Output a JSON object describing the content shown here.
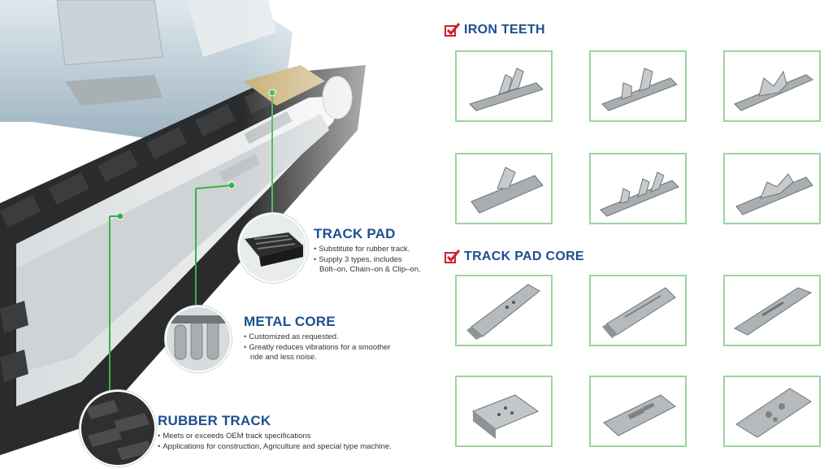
{
  "features": {
    "track_pad": {
      "title": "TRACK PAD",
      "bullets": [
        "Substitute for rubber track.",
        "Supply 3 types, includes",
        "Bolt–on, Chain–on & Clip–on."
      ]
    },
    "metal_core": {
      "title": "METAL CORE",
      "bullets": [
        "Customized as requested.",
        "Greatly reduces vibrations for a smoother",
        "ride and less noise."
      ]
    },
    "rubber_track": {
      "title": "RUBBER TRACK",
      "bullets": [
        "Meets or exceeds OEM track specifications",
        "Applications for construction, Agriculture and special type machine."
      ]
    }
  },
  "sections": {
    "iron_teeth": {
      "title": "IRON TEETH"
    },
    "track_pad_core": {
      "title": "TRACK PAD CORE"
    }
  },
  "colors": {
    "accent_green": "#36b24a",
    "title_blue": "#1d4f8f",
    "card_border": "#9bd49f",
    "check_red": "#d0202a"
  },
  "icons": {
    "section_marker": "red-checkbox-icon",
    "bullet": "bullet-dot"
  }
}
